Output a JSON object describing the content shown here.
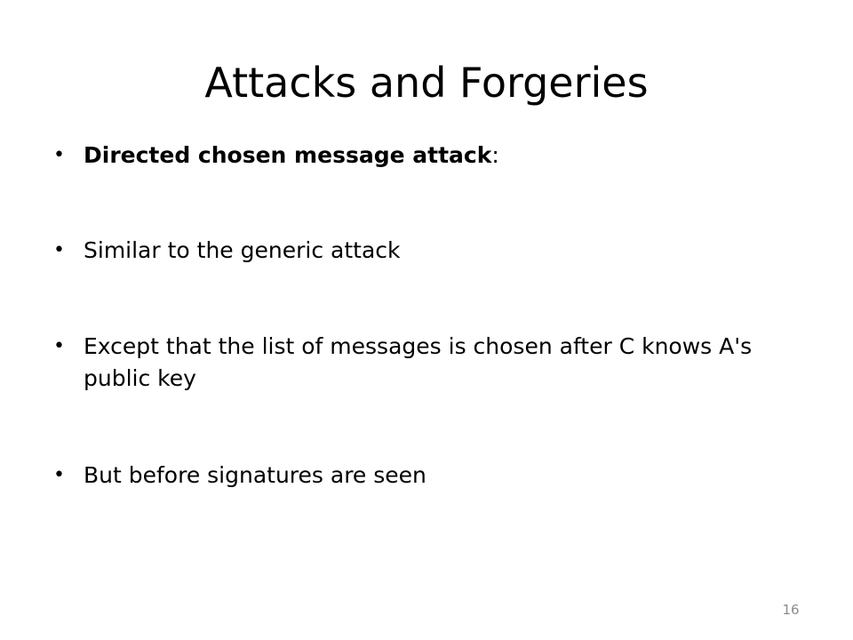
{
  "slide": {
    "title": "Attacks and Forgeries",
    "bullets": [
      {
        "bold": "Directed chosen message attack",
        "rest": ":"
      },
      {
        "text": "Similar to the generic attack"
      },
      {
        "text": "Except that the list of messages is chosen after C knows A's public key"
      },
      {
        "text": "But before signatures are seen"
      }
    ],
    "bullet_glyph": "•",
    "page_number": "16"
  },
  "colors": {
    "background": "#ffffff",
    "text": "#000000",
    "page_number": "#8c8c8c"
  }
}
